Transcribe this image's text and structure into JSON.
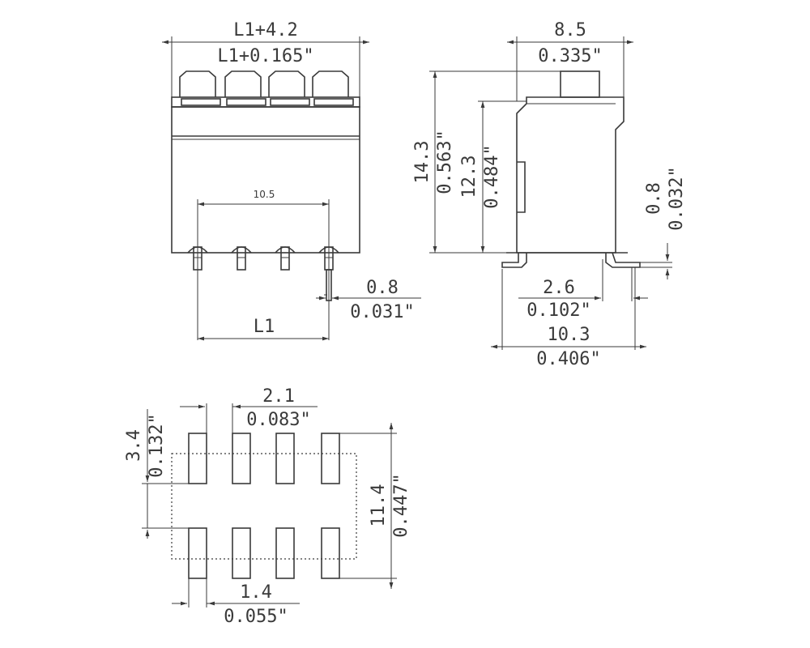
{
  "front_view": {
    "overall_width_mm": "L1+4.2",
    "overall_width_in": "L1+0.165\"",
    "pitch_mm": "10.5",
    "pin_width_mm": "0.8",
    "pin_width_in": "0.031\"",
    "span": "L1"
  },
  "side_view": {
    "depth_mm": "8.5",
    "depth_in": "0.335\"",
    "height_mm": "14.3",
    "height_in": "0.563\"",
    "body_height_mm": "12.3",
    "body_height_in": "0.484\"",
    "lead_thickness_mm": "0.8",
    "lead_thickness_in": "0.032\"",
    "lead_length_mm": "2.6",
    "lead_length_in": "0.102\"",
    "footprint_depth_mm": "10.3",
    "footprint_depth_in": "0.406\""
  },
  "pad_layout": {
    "pad_pitch_mm": "2.1",
    "pad_pitch_in": "0.083\"",
    "pad_length_mm": "3.4",
    "pad_length_in": "0.132\"",
    "total_length_mm": "11.4",
    "total_length_in": "0.447\"",
    "pad_width_mm": "1.4",
    "pad_width_in": "0.055\""
  },
  "colors": {
    "line": "#3a3a3a",
    "background": "#ffffff"
  }
}
